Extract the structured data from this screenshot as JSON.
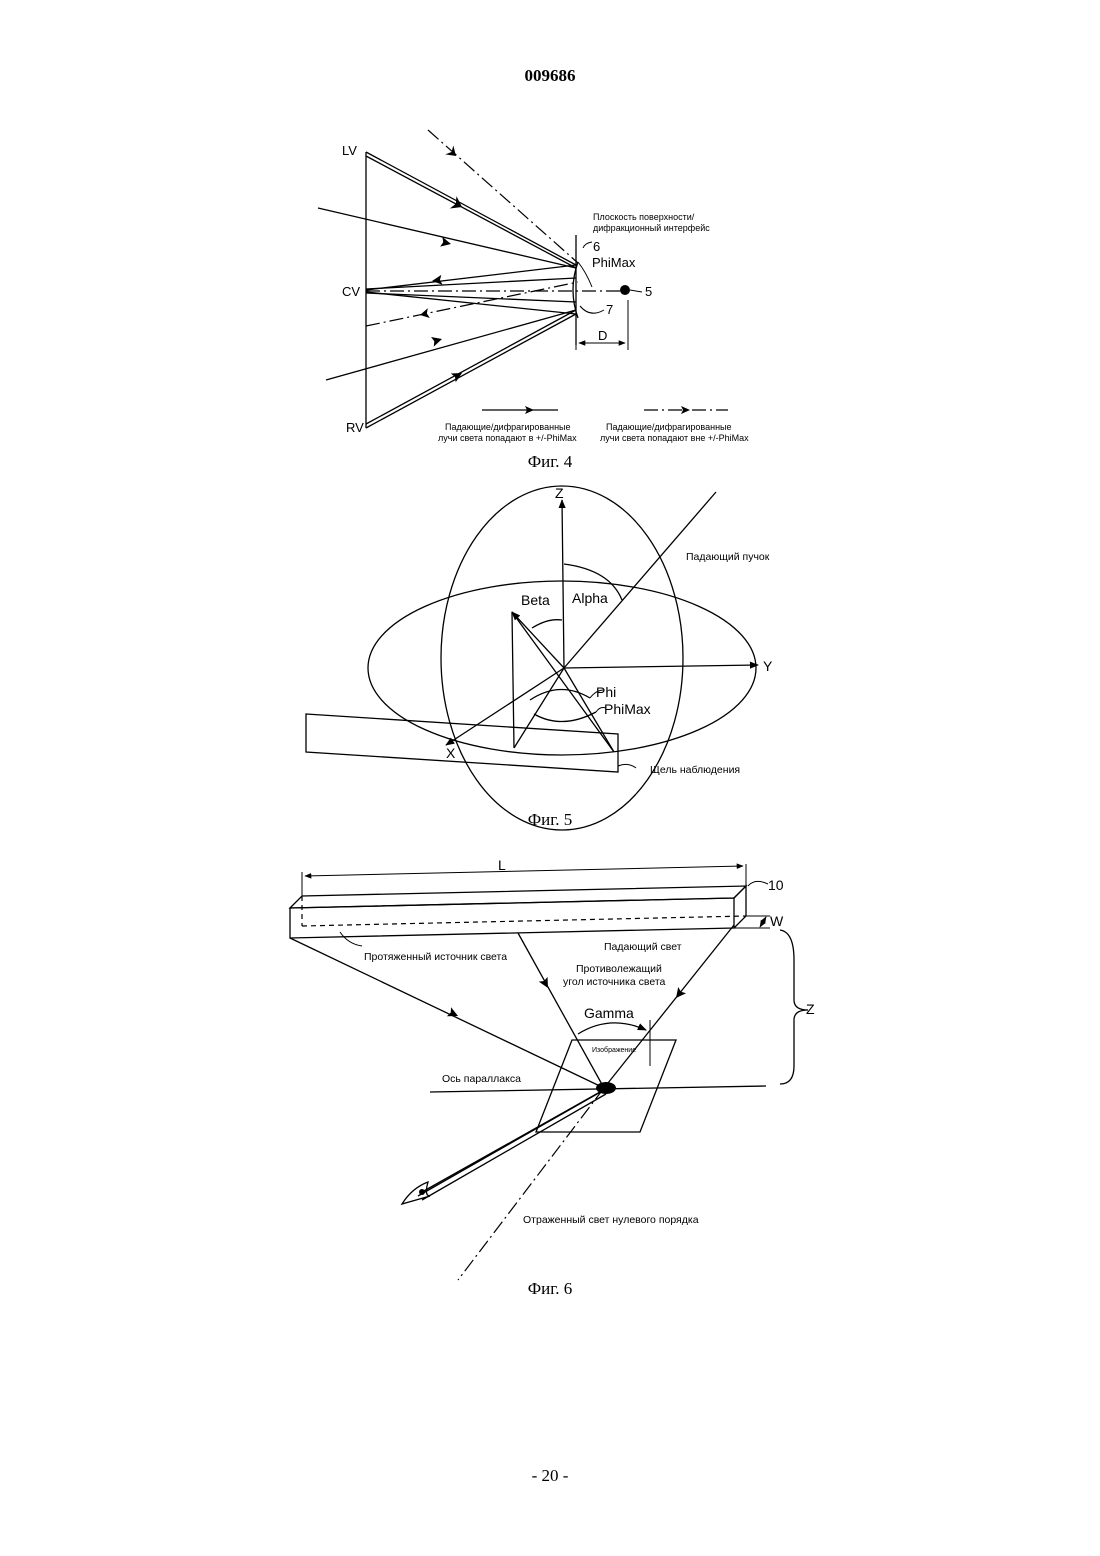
{
  "header": {
    "patent_number": "009686"
  },
  "figure4": {
    "caption": "Фиг. 4",
    "label_lv": "LV",
    "label_cv": "CV",
    "label_rv": "RV",
    "surface_label_line1": "Плоскость поверхности/",
    "surface_label_line2": "дифракционный интерфейс",
    "ref_6": "6",
    "ref_7": "7",
    "ref_5": "5",
    "phimax": "PhiMax",
    "distance_d": "D",
    "legend_inside_line1": "Падающие/дифрагированные",
    "legend_inside_line2": "лучи света попадают в +/-PhiMax",
    "legend_outside_line1": "Падающие/дифрагированные",
    "legend_outside_line2": "лучи света попадают вне +/-PhiMax"
  },
  "figure5": {
    "caption": "Фиг. 5",
    "axis_z": "Z",
    "axis_y": "Y",
    "axis_x": "X",
    "beta": "Beta",
    "alpha": "Alpha",
    "phi": "Phi",
    "phimax": "PhiMax",
    "incident_beam": "Падающий пучок",
    "slit": "Щель наблюдения"
  },
  "figure6": {
    "caption": "Фиг. 6",
    "length_l": "L",
    "ref_10": "10",
    "width_w": "W",
    "height_z": "Z",
    "extended_source": "Протяженный источник света",
    "incident_light": "Падающий свет",
    "subtended_angle_line1": "Противолежащий",
    "subtended_angle_line2": "угол источника света",
    "gamma": "Gamma",
    "image": "Изображение",
    "parallax_axis": "Ось параллакса",
    "zero_order": "Отраженный свет нулевого порядка"
  },
  "footer": {
    "page": "- 20 -"
  }
}
